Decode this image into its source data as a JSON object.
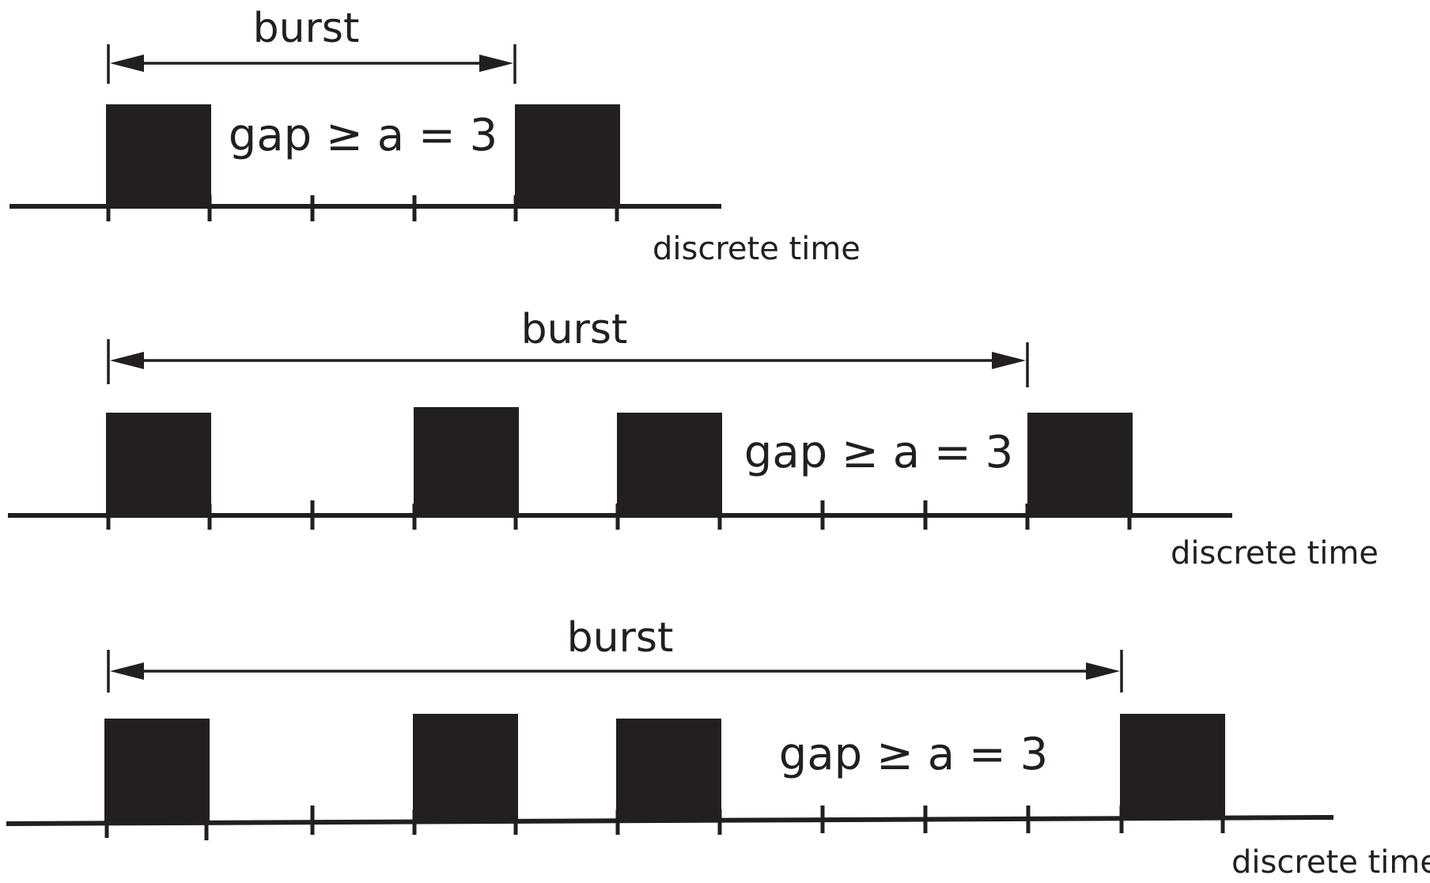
{
  "diagram": {
    "rows": [
      {
        "burst_label": "burst",
        "gap_label": "gap ≥ a = 3",
        "axis_label": "discrete time",
        "slots": [
          1,
          0,
          0,
          0,
          1,
          0
        ]
      },
      {
        "burst_label": "burst",
        "gap_label": "gap ≥ a = 3",
        "axis_label": "discrete time",
        "slots": [
          1,
          0,
          0,
          1,
          0,
          1,
          0,
          0,
          0,
          1,
          0
        ]
      },
      {
        "burst_label": "burst",
        "gap_label": "gap ≥ a = 3",
        "axis_label": "discrete time",
        "slots": [
          1,
          0,
          0,
          1,
          0,
          1,
          0,
          0,
          0,
          0,
          1,
          0
        ]
      }
    ],
    "colors": {
      "ink": "#231f20",
      "background": "#ffffff"
    }
  }
}
